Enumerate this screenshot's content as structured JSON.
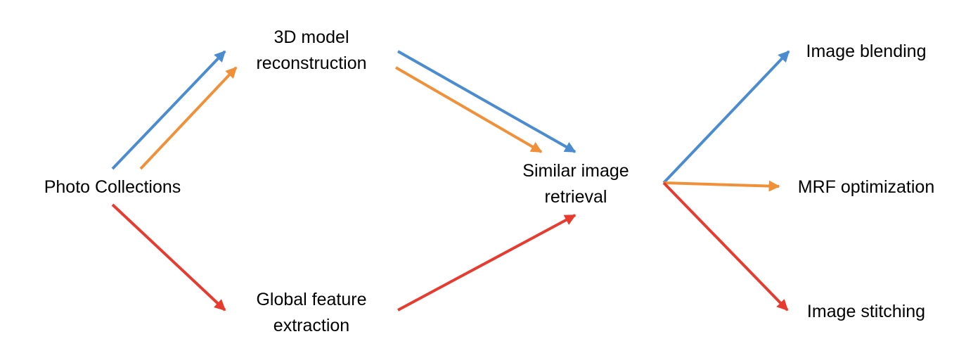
{
  "nodes": {
    "photo_collections": "Photo Collections",
    "model_reconstruction": [
      "3D model",
      "reconstruction"
    ],
    "global_feature": [
      "Global feature",
      "extraction"
    ],
    "similar_retrieval": [
      "Similar image",
      "retrieval"
    ],
    "image_blending": "Image blending",
    "mrf_optimization": "MRF optimization",
    "image_stitching": "Image stitching"
  },
  "colors": {
    "blue": "#4a8ccf",
    "orange": "#f0913a",
    "red": "#e83b2f"
  },
  "edges": [
    {
      "from": "photo_collections",
      "to": "model_reconstruction",
      "color": "blue"
    },
    {
      "from": "photo_collections",
      "to": "model_reconstruction",
      "color": "orange"
    },
    {
      "from": "model_reconstruction",
      "to": "similar_retrieval",
      "color": "blue"
    },
    {
      "from": "model_reconstruction",
      "to": "similar_retrieval",
      "color": "orange"
    },
    {
      "from": "photo_collections",
      "to": "global_feature",
      "color": "red"
    },
    {
      "from": "global_feature",
      "to": "similar_retrieval",
      "color": "red"
    },
    {
      "from": "similar_retrieval",
      "to": "image_blending",
      "color": "blue"
    },
    {
      "from": "similar_retrieval",
      "to": "mrf_optimization",
      "color": "orange"
    },
    {
      "from": "similar_retrieval",
      "to": "image_stitching",
      "color": "red"
    }
  ]
}
